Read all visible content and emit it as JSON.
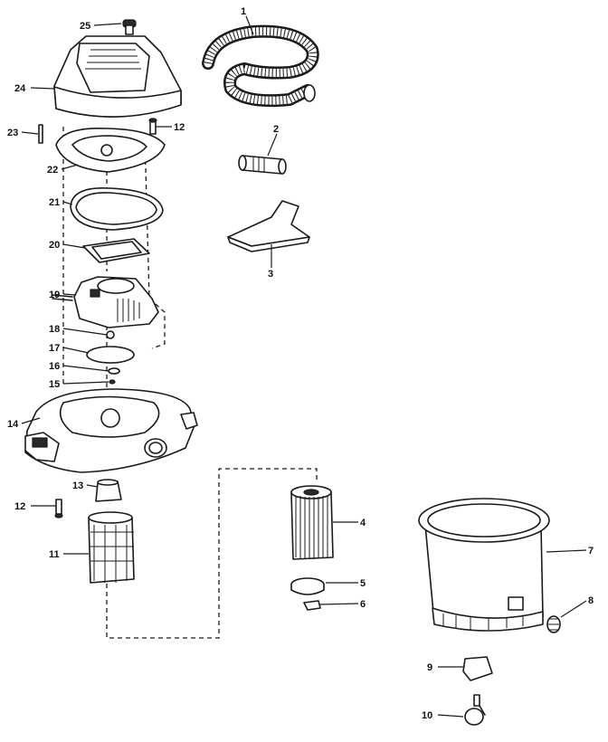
{
  "diagram": {
    "colors": {
      "ink": "#1a1a1a",
      "paper": "#ffffff"
    },
    "callouts": {
      "c1": "1",
      "c2": "2",
      "c3": "3",
      "c4": "4",
      "c5": "5",
      "c6": "6",
      "c7": "7",
      "c8": "8",
      "c9": "9",
      "c10": "10",
      "c11": "11",
      "c12a": "12",
      "c12b": "12",
      "c13": "13",
      "c14": "14",
      "c15": "15",
      "c16": "16",
      "c17": "17",
      "c18": "18",
      "c19": "19",
      "c20": "20",
      "c21": "21",
      "c22": "22",
      "c23": "23",
      "c24": "24",
      "c25": "25"
    }
  }
}
